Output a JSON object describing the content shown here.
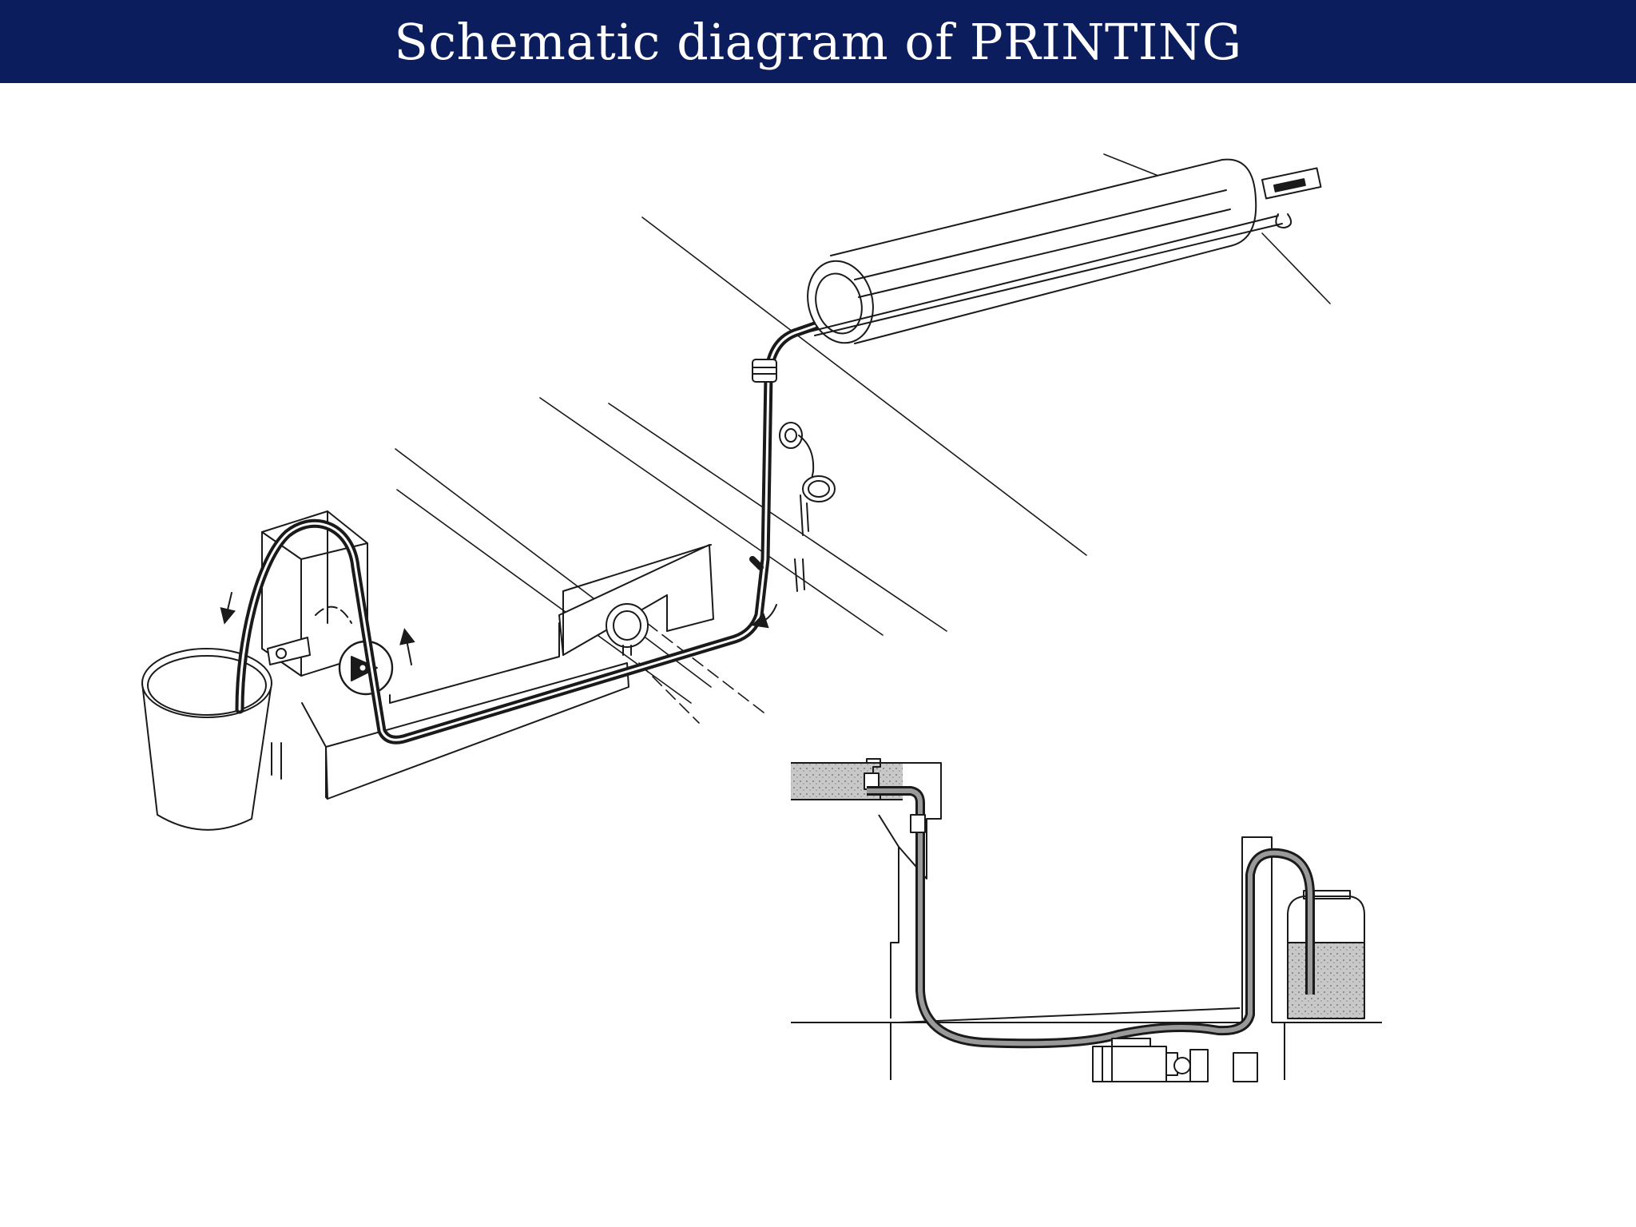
{
  "slide": {
    "title": "Schematic diagram of PRINTING",
    "title_bar_color": "#0b1d5c",
    "title_text_color": "#ffffff",
    "background_color": "#ffffff"
  },
  "diagram": {
    "line_color": "#1a1a1a",
    "hose_color": "#1a1a1a",
    "liquid_fill_color": "#bdbdbd",
    "parts": [
      "inking-roller",
      "delivery-hose",
      "ink-pump",
      "ink-bucket",
      "ink-trough",
      "hand-crank",
      "ink-reservoir-tank",
      "motor-pump"
    ]
  }
}
